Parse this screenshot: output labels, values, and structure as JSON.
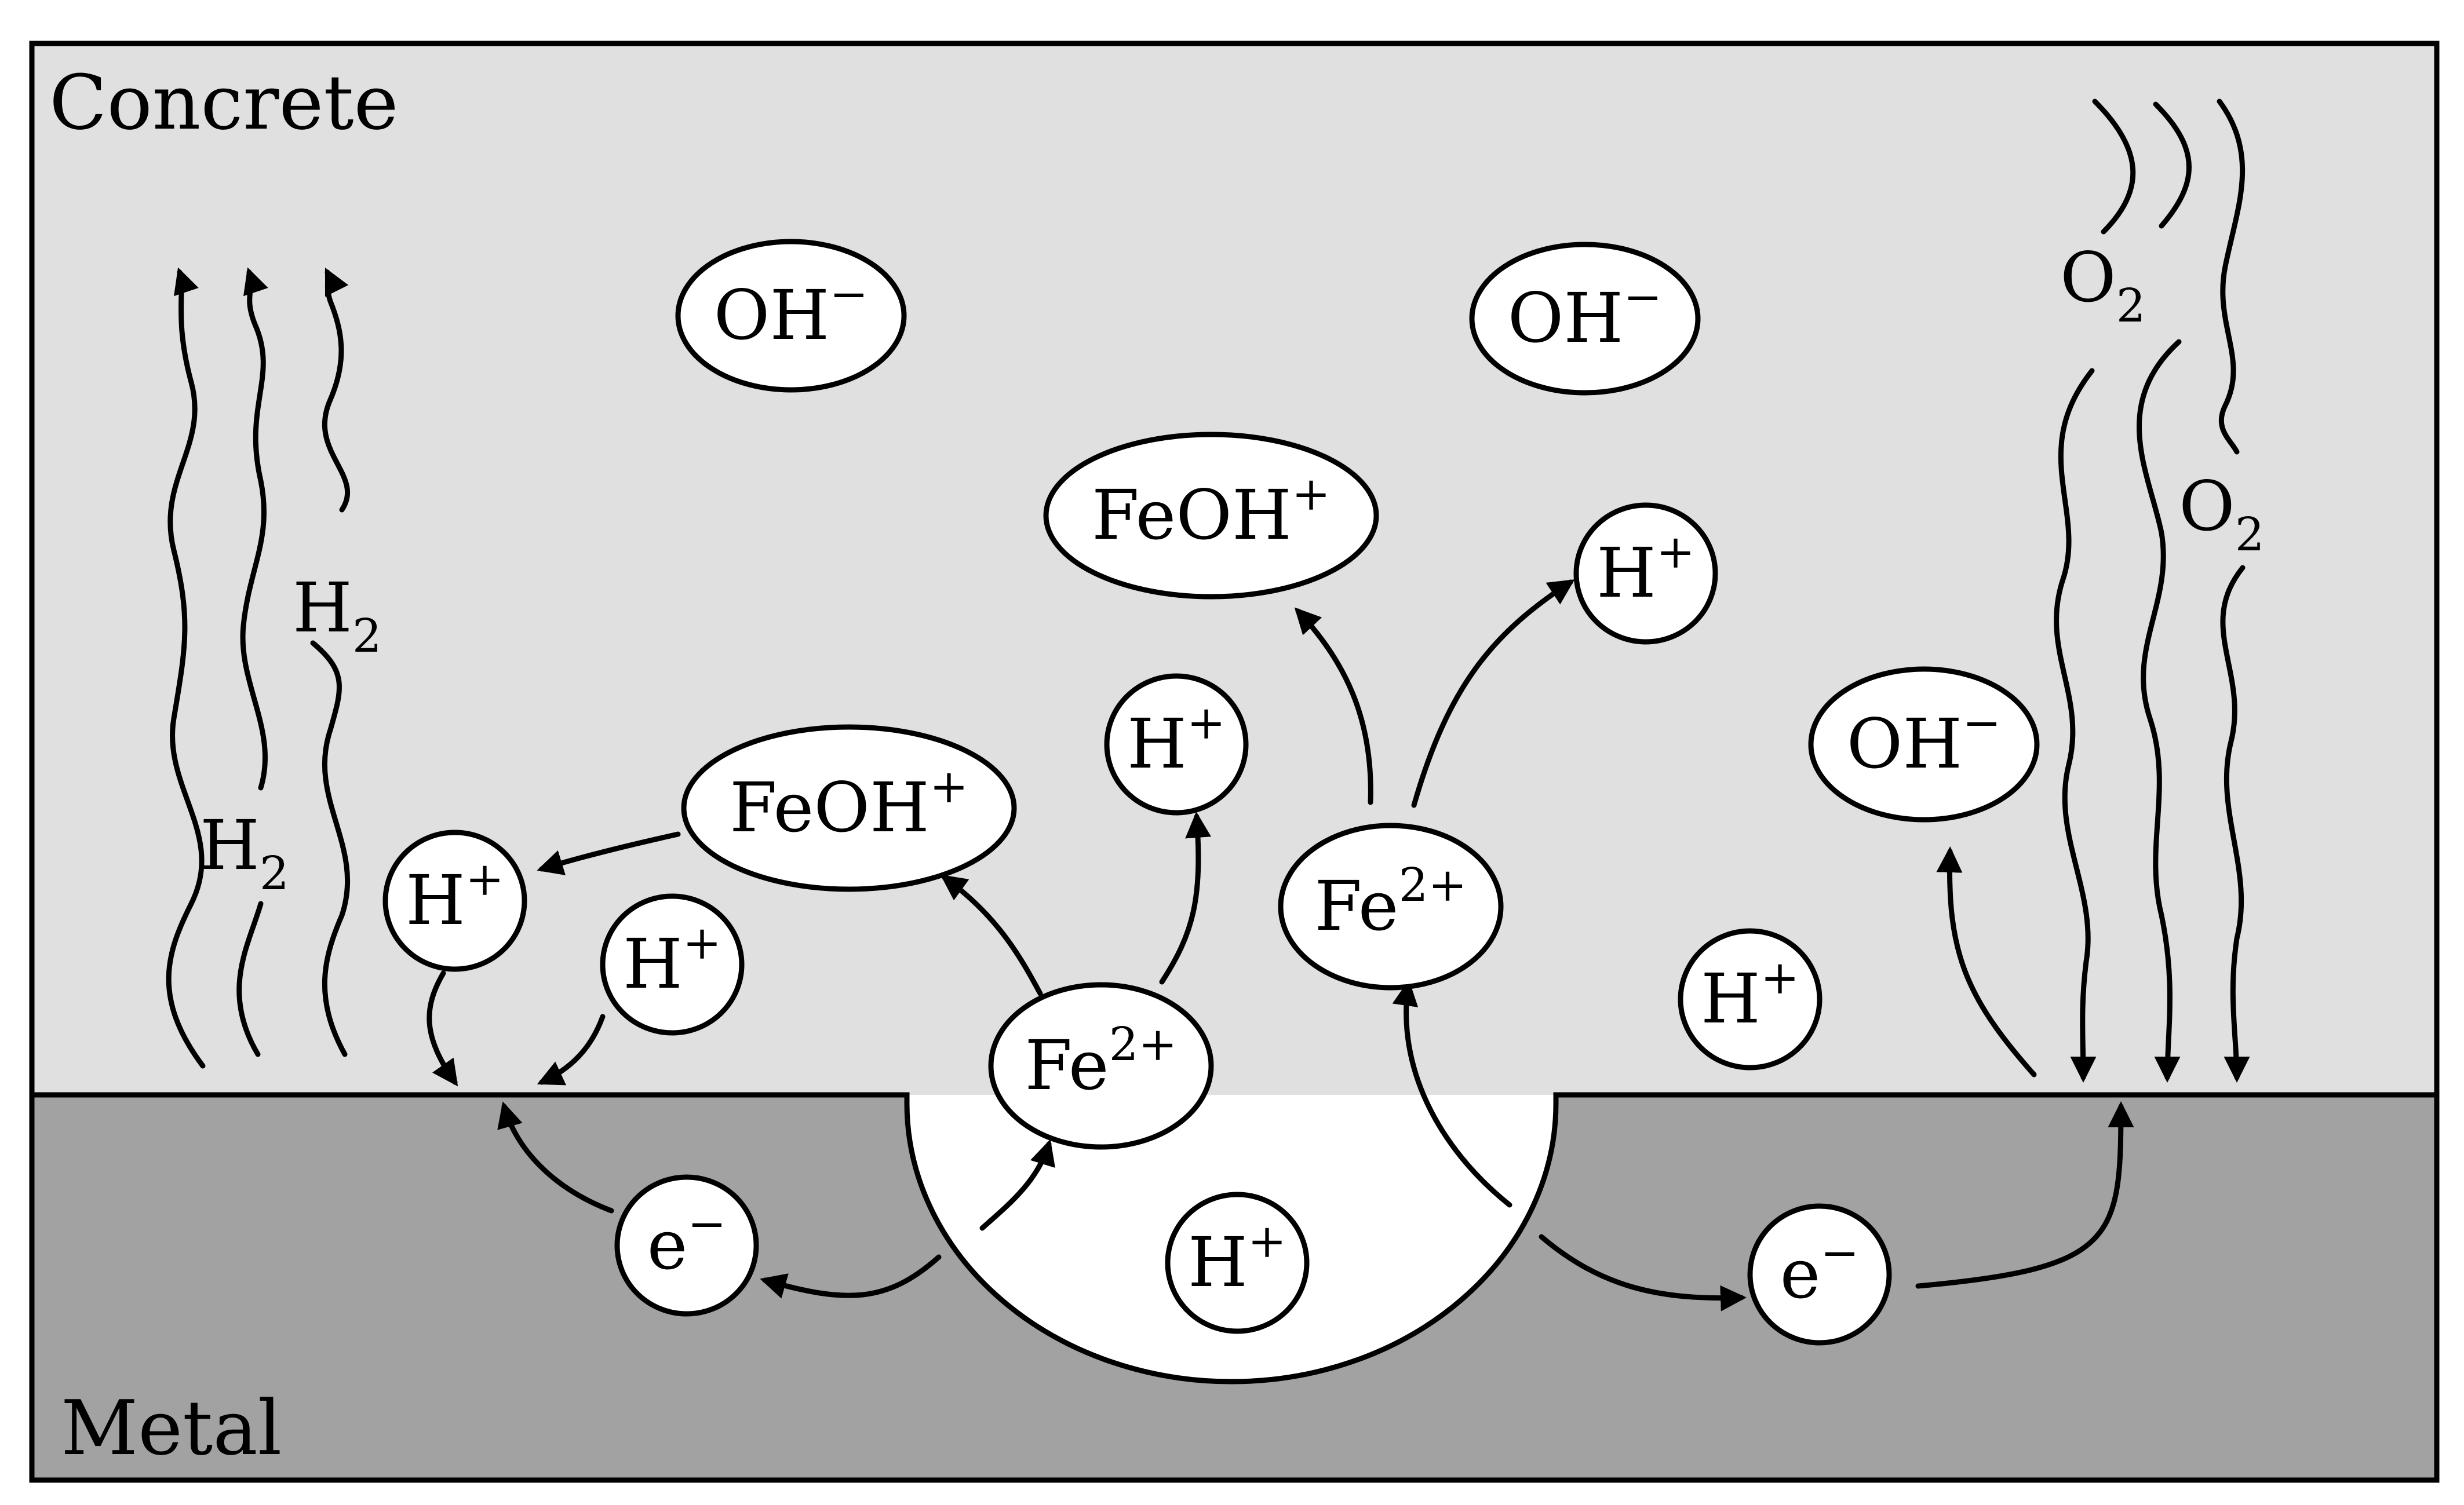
{
  "regions": {
    "concrete": "Concrete",
    "metal": "Metal"
  },
  "ions": {
    "oh_top_left": {
      "base": "OH",
      "sup": "−"
    },
    "oh_top_right": {
      "base": "OH",
      "sup": "−"
    },
    "oh_right": {
      "base": "OH",
      "sup": "−"
    },
    "feoh_upper": {
      "base": "FeOH",
      "sup": "+"
    },
    "feoh_left": {
      "base": "FeOH",
      "sup": "+"
    },
    "h_upper_right": {
      "base": "H",
      "sup": "+"
    },
    "h_mid": {
      "base": "H",
      "sup": "+"
    },
    "h_left_1": {
      "base": "H",
      "sup": "+"
    },
    "h_left_2": {
      "base": "H",
      "sup": "+"
    },
    "h_right": {
      "base": "H",
      "sup": "+"
    },
    "h_pit": {
      "base": "H",
      "sup": "+"
    },
    "fe_lower": {
      "base": "Fe",
      "sup": "2+"
    },
    "fe_upper": {
      "base": "Fe",
      "sup": "2+"
    },
    "electron_left": {
      "base": "e",
      "sup": "−"
    },
    "electron_right": {
      "base": "e",
      "sup": "−"
    }
  },
  "gases": {
    "h2_a": {
      "base": "H",
      "sub": "2"
    },
    "h2_b": {
      "base": "H",
      "sub": "2"
    },
    "o2_a": {
      "base": "O",
      "sub": "2"
    },
    "o2_b": {
      "base": "O",
      "sub": "2"
    }
  },
  "colors": {
    "concrete": "#e0e0e0",
    "metal": "#a2a2a2",
    "outline": "#000000"
  }
}
